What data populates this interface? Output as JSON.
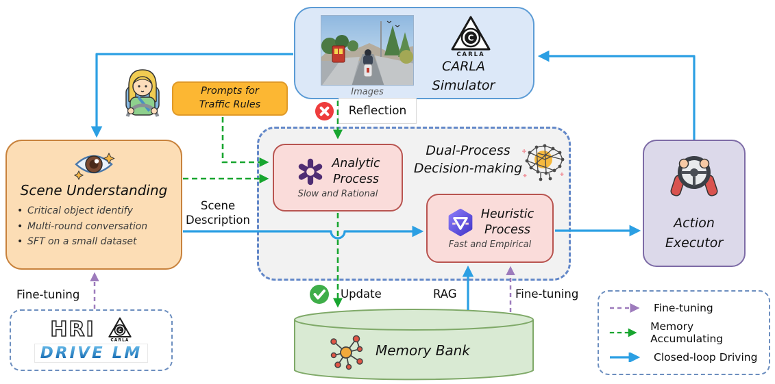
{
  "colors": {
    "closed_loop_blue": "#2b9fe3",
    "memory_green": "#17a52f",
    "fine_tuning_purple": "#9d7bbc",
    "carla_box_fill": "#dce8f8",
    "carla_box_border": "#5b9bd5",
    "scene_box_fill": "#fcddb5",
    "scene_box_border": "#c8823c",
    "dual_box_fill": "#f2f2f2",
    "dual_box_border": "#6287c8",
    "process_box_fill": "#fadcda",
    "process_box_border": "#b85450",
    "action_box_fill": "#dcd9ea",
    "action_box_border": "#7d6ba6",
    "memory_fill": "#d9ead3",
    "memory_border": "#7fa968",
    "prompt_fill": "#fcb733",
    "prompt_border": "#e09a28",
    "legend_border": "#6c8ebf"
  },
  "icons": {
    "eye": "eye-icon",
    "driver": "driver-avatar-icon",
    "openai": "openai-logo-icon",
    "heuristic_llm": "llm-logo-icon",
    "brain": "neural-network-icon",
    "steering_wheel": "steering-wheel-icon",
    "memory_graph": "knowledge-graph-icon",
    "error": "red-cross-icon",
    "success": "green-check-icon",
    "carla": "carla-logo-icon"
  },
  "carla_box": {
    "images_caption": "Images",
    "logo_caption": "CARLA",
    "title_line1": "CARLA",
    "title_line2": "Simulator"
  },
  "prompts_box": {
    "line1": "Prompts for",
    "line2": "Traffic Rules"
  },
  "labels": {
    "reflection": "Reflection",
    "scene_description_line1": "Scene",
    "scene_description_line2": "Description",
    "fine_tuning_left": "Fine-tuning",
    "update": "Update",
    "rag": "RAG",
    "fine_tuning_mid": "Fine-tuning"
  },
  "scene_understanding": {
    "title": "Scene Understanding",
    "bullets": [
      "Critical object identify",
      "Multi-round conversation",
      "SFT on a small dataset"
    ]
  },
  "dual_process": {
    "title_line1": "Dual-Process",
    "title_line2": "Decision-making",
    "analytic": {
      "title_line1": "Analytic",
      "title_line2": "Process",
      "subtitle": "Slow and Rational"
    },
    "heuristic": {
      "title_line1": "Heuristic",
      "title_line2": "Process",
      "subtitle": "Fast and Empirical"
    }
  },
  "action_executor": {
    "line1": "Action",
    "line2": "Executor"
  },
  "memory_bank": {
    "label": "Memory Bank"
  },
  "logos": {
    "hri": "HRI",
    "carla_caption": "CARLA",
    "drivelm": "DRIVE LM"
  },
  "legend": {
    "items": [
      {
        "label": "Fine-tuning"
      },
      {
        "label": "Memory Accumulating"
      },
      {
        "label": "Closed-loop Driving"
      }
    ]
  }
}
